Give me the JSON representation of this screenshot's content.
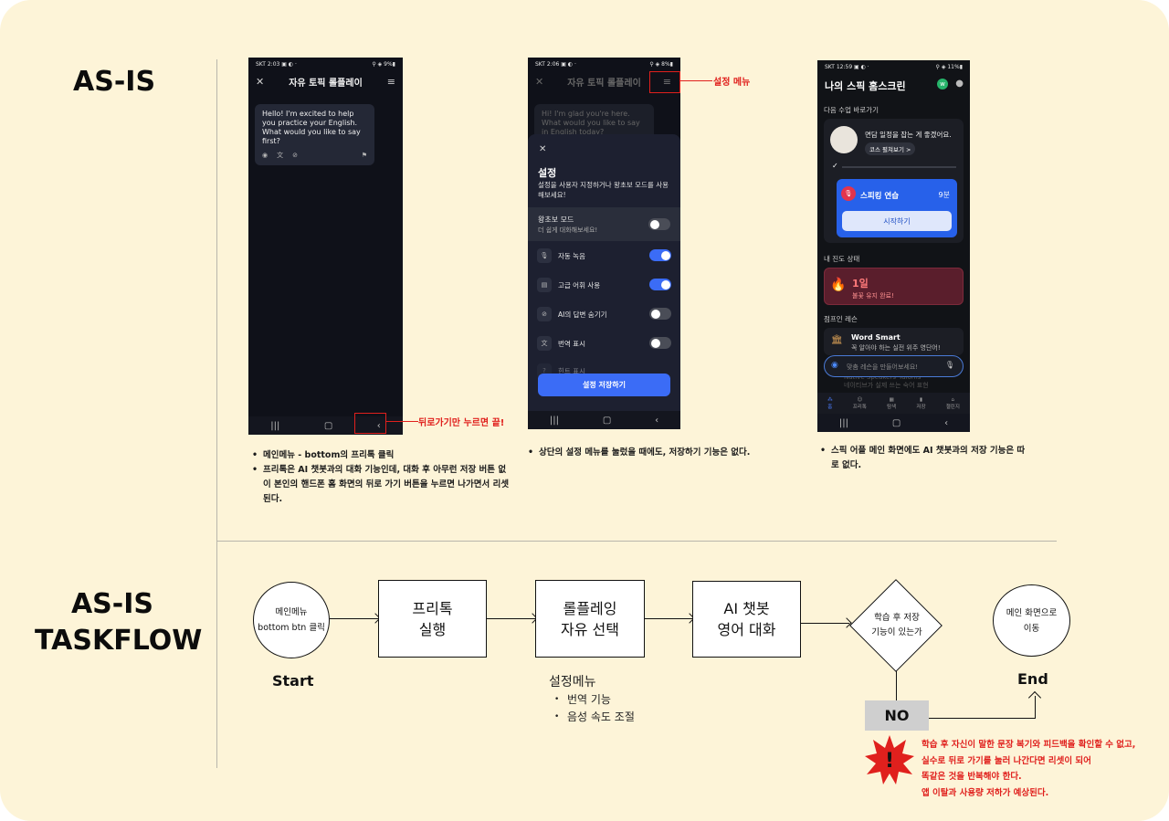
{
  "sections": {
    "asis_title": "AS-IS",
    "taskflow_title": "AS-IS\nTASKFLOW"
  },
  "phone1": {
    "status_left": "SKT 2:03 ▣ ◐ ·",
    "status_right": "⚲ ◈ 9%▮",
    "title": "자유 토픽 롤플레이",
    "bubble_text": "Hello! I'm excited to help you practice your English. What would you like to say first?",
    "annotation": "뒤로가기만 누르면 끝!"
  },
  "phone2": {
    "status_left": "SKT 2:06 ▣ ◐ ·",
    "status_right": "⚲ ◈ 8%▮",
    "title": "자유 토픽 롤플레이",
    "bubble_text": "Hi! I'm glad you're here. What would you like to say in English today?",
    "annotation": "설정 메뉴",
    "sheet_title": "설정",
    "sheet_desc": "설정을 사용자 지정하거나 왕초보 모드를 사용해보세요!",
    "beginner_mode": "왕초보 모드",
    "beginner_desc": "더 쉽게 대화해보세요!",
    "rows": [
      {
        "label": "자동 녹음",
        "on": true
      },
      {
        "label": "고급 어휘 사용",
        "on": true
      },
      {
        "label": "AI의 답변 숨기기",
        "on": false
      },
      {
        "label": "번역 표시",
        "on": false
      }
    ],
    "cut_row": "힌트 표시",
    "save_button": "설정 저장하기"
  },
  "phone3": {
    "status_left": "SKT 12:59 ▣ ◐ ·",
    "status_right": "⚲ ◈ 11%▮",
    "title": "나의 스픽 홈스크린",
    "section_next": "다음 수업 바로가기",
    "coach_msg": "면담 일정을 잡는 게 좋겠어요.",
    "course_btn": "코스 펼쳐보기 >",
    "lesson_name": "스피킹 연습",
    "lesson_time": "9분",
    "start_btn": "시작하기",
    "section_progress": "내 진도 상태",
    "streak_days": "1일",
    "streak_text": "불꽃 유지 완료!",
    "section_jump": "점프인 레슨",
    "lesson_card_title": "Word Smart",
    "lesson_card_sub": "꼭 알아야 하는 실전 위주 영단어!",
    "lesson_card2_title": "Native Speakers' Idioms",
    "lesson_card2_sub": "네이티브가 실제 쓰는 숙어 표현",
    "ai_placeholder": "맞춤 레슨을 만들어보세요!",
    "tabs": [
      "홈",
      "프리톡",
      "탐색",
      "저장",
      "챌린지"
    ]
  },
  "notes": {
    "note1": [
      "메인메뉴 - bottom의 프리톡 클릭",
      "프리톡은 AI 챗봇과의 대화 기능인데, 대화 후 아무런 저장 버튼 없이 본인의 핸드폰 홈 화면의 뒤로 가기 버튼을 누르면 나가면서 리셋된다."
    ],
    "note2": [
      "상단의 설정 메뉴를 눌렀을 때에도, 저장하기 기능은 없다."
    ],
    "note3": [
      "스픽 어플 메인 화면에도 AI 챗봇과의 저장 기능은 따로 없다."
    ]
  },
  "flow": {
    "start_node": "메인메뉴\nbottom btn 클릭",
    "start_label": "Start",
    "step1": "프리톡\n실행",
    "step2": "롤플레잉\n자유 선택",
    "step3": "AI 챗봇\n영어 대화",
    "decision": "학습 후 저장\n기능이 있는가",
    "end_node": "메인 화면으로\n이동",
    "end_label": "End",
    "no_label": "NO",
    "settings_title": "설정메뉴",
    "settings_items": [
      "번역 기능",
      "음성 속도 조절"
    ],
    "warning_lines": [
      "학습 후 자신이 말한 문장 복기와 피드백을 확인할 수 없고,",
      "실수로 뒤로 가기를 눌러 나간다면 리셋이 되어",
      "똑같은 것을 반복해야 한다.",
      "앱 이탈과 사용량 저하가 예상된다."
    ],
    "warning_symbol": "!"
  },
  "colors": {
    "background": "#fdf4d8",
    "accent_red": "#e0201d",
    "toggle_on": "#3b6cf6",
    "phone_bg": "#0f1119"
  }
}
